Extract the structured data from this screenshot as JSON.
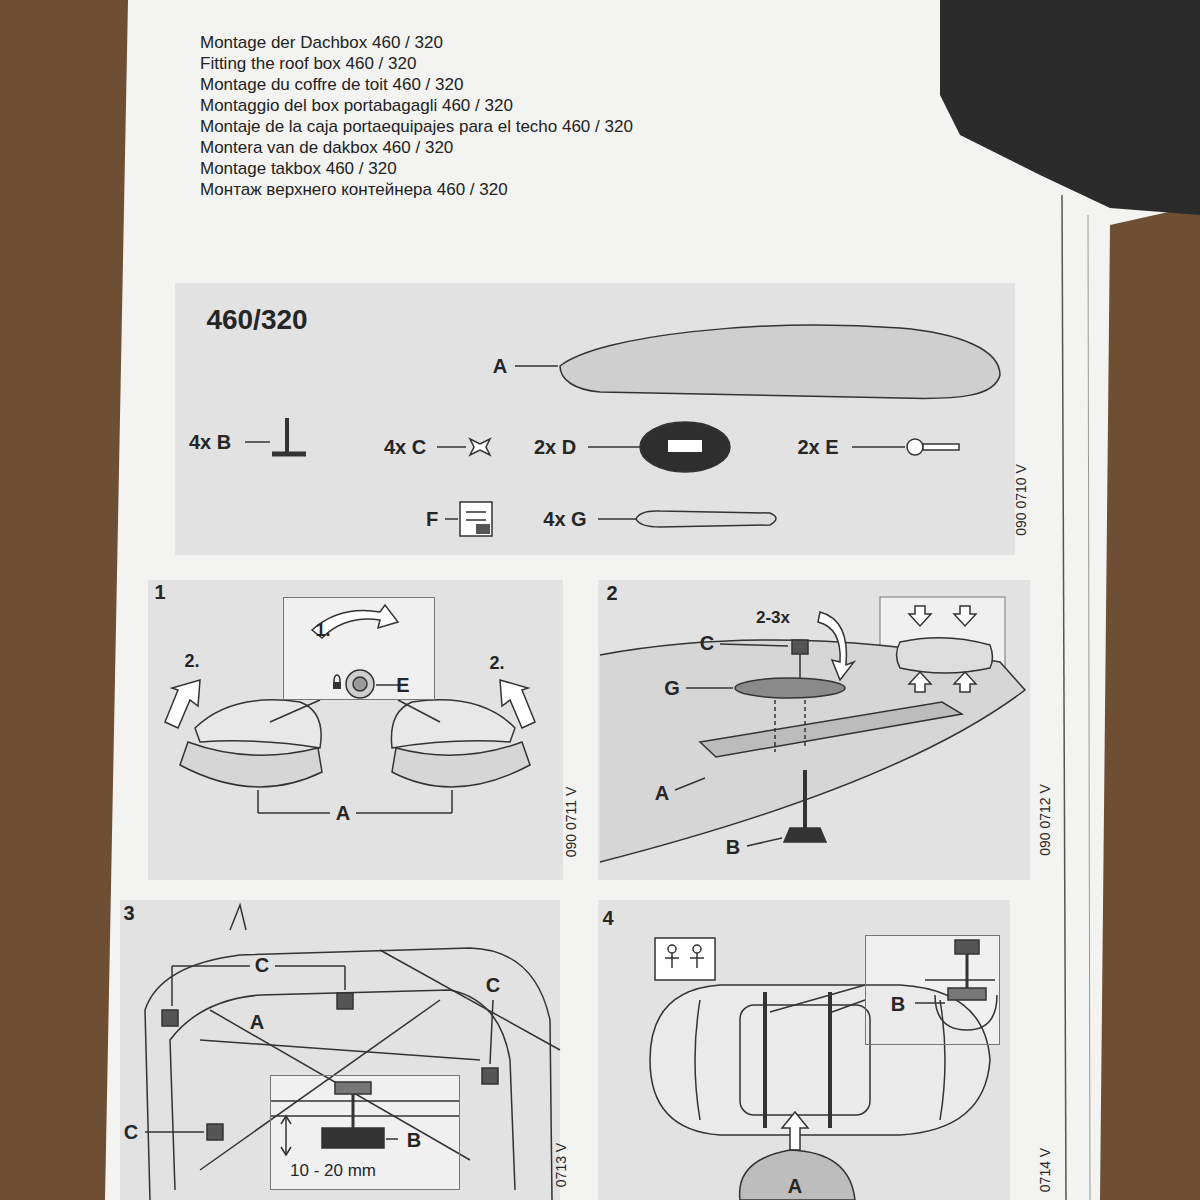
{
  "diagram": {
    "title": "Montage der Dachbox 460 / 320",
    "nodes": [
      {
        "text": [
          "460/320"
        ]
      },
      {
        "text": [
          "1"
        ]
      },
      {
        "text": [
          "1.",
          "E"
        ],
        "in": 1
      },
      {
        "text": [
          "2"
        ]
      },
      {
        "text": [
          "3"
        ]
      },
      {
        "text": [
          "10 - 20 mm",
          "B"
        ],
        "in": 4
      },
      {
        "text": [
          "4"
        ]
      },
      {
        "text": [
          "B"
        ],
        "in": 6
      }
    ],
    "labels": [
      "Fitting the roof box 460 / 320",
      "Montage du coffre de toit 460 / 320",
      "Montaggio del box portabagagli 460 / 320",
      "Montaje de la caja portaequipajes para el techo 460 / 320",
      "Montera van de dakbox 460 / 320",
      "Montage takbox 460 / 320",
      "Монтаж верхнего контейнера 460 / 320",
      "A",
      "4x B",
      "4x C",
      "2x D",
      "2x E",
      "F",
      "4x G",
      "090 0710 V",
      "2.",
      "2.",
      "A",
      "090 0711 V",
      "2-3x",
      "C",
      "G",
      "A",
      "B",
      "090 0712 V",
      "C",
      "C",
      "A",
      "C",
      "0713 V",
      "A",
      "0714 V"
    ]
  }
}
